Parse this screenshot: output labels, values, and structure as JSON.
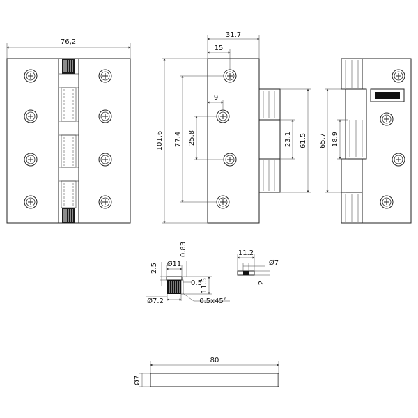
{
  "front_view": {
    "width_label": "76,2"
  },
  "side_view": {
    "dims": {
      "overall_width": "31.7",
      "hole_offset": "15",
      "pin_offset": "9",
      "height": "101.6",
      "hole_span_outer": "77.4",
      "hole_span_inner": "25.8",
      "knuckle_gap": "23.1",
      "knuckle_span": "61.5"
    }
  },
  "end_view": {
    "dims": {
      "span": "65.7",
      "knuckle": "18.9"
    }
  },
  "knuckle_detail": {
    "dims": {
      "cap_height": "2.5",
      "diameter_outer": "Ø11",
      "chamfer_step": "0.83",
      "gap": "0.5",
      "length": "11.5",
      "pin_diameter": "Ø7.2",
      "chamfer": "0.5x45°"
    }
  },
  "washer_detail": {
    "dims": {
      "width": "11.2",
      "bore": "Ø7",
      "thickness": "2"
    }
  },
  "pin_detail": {
    "dims": {
      "length": "80",
      "diameter": "Ø7"
    }
  }
}
